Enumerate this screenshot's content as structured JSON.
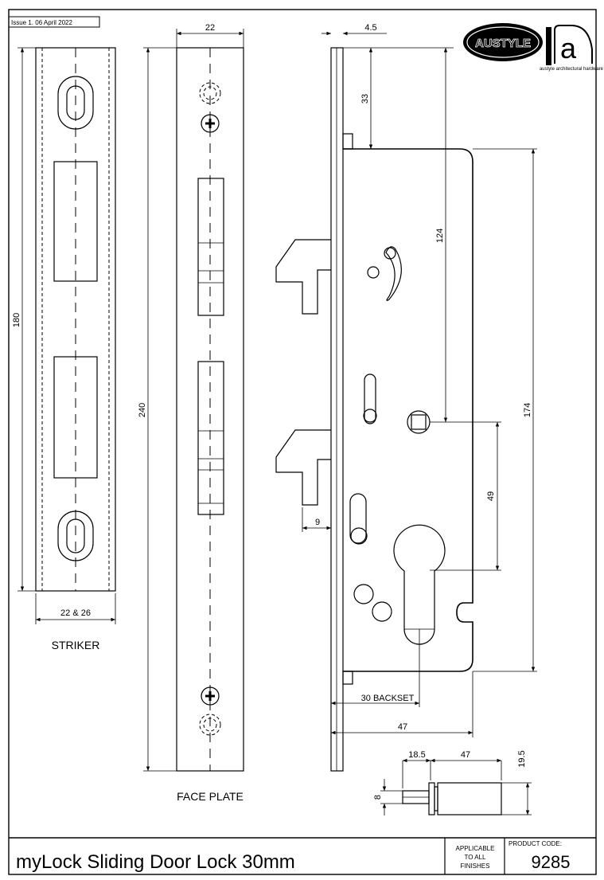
{
  "issue": "Issue 1. 06 April 2022",
  "brands": {
    "austyle": "AUSTYLE",
    "a_mark": "a",
    "a_sub": "austyle architectural hardware"
  },
  "striker": {
    "caption": "STRIKER",
    "height_dim": "180",
    "width_dim": "22 & 26"
  },
  "face_plate": {
    "caption": "FACE PLATE",
    "height_dim": "240",
    "width_dim": "22"
  },
  "lock_body": {
    "dim_plate_thickness": "4.5",
    "dim_top_offset": "33",
    "dim_follower": "124",
    "dim_overall_case": "174",
    "dim_centres": "49",
    "dim_hook_throw": "9",
    "dim_backset": "30 BACKSET",
    "dim_case_depth": "47"
  },
  "cylinder_detail": {
    "dim_spindle_len": "18.5",
    "dim_body_len": "47",
    "dim_height": "19.5",
    "dim_spindle_dia": "8"
  },
  "title_block": {
    "title": "myLock Sliding Door Lock 30mm",
    "applicable_line1": "APPLICABLE",
    "applicable_line2": "TO ALL",
    "applicable_line3": "FINISHES",
    "product_code_label": "PRODUCT CODE:",
    "product_code": "9285"
  }
}
